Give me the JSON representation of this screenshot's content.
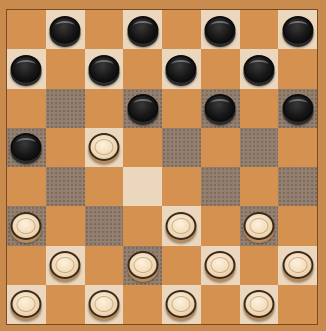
{
  "board": {
    "size": 8,
    "square_colors": {
      "light": "#ead7bd",
      "dark": "#8f7b6a",
      "orange": "#d4914f",
      "frame": "#c98a4e"
    },
    "piece_colors": {
      "black": "#111111",
      "white": "#f3dcb9"
    },
    "layout": [
      [
        "orange",
        "light",
        "orange",
        "light",
        "orange",
        "light",
        "orange",
        "light"
      ],
      [
        "light",
        "orange",
        "light",
        "orange",
        "light",
        "orange",
        "light",
        "orange"
      ],
      [
        "orange",
        "dark",
        "orange",
        "dark",
        "orange",
        "dark",
        "orange",
        "dark"
      ],
      [
        "dark",
        "orange",
        "light",
        "orange",
        "dark",
        "orange",
        "dark",
        "orange"
      ],
      [
        "orange",
        "dark",
        "orange",
        "light",
        "orange",
        "dark",
        "orange",
        "dark"
      ],
      [
        "dark",
        "orange",
        "dark",
        "orange",
        "light",
        "orange",
        "dark",
        "orange"
      ],
      [
        "orange",
        "light",
        "orange",
        "dark",
        "orange",
        "light",
        "orange",
        "light"
      ],
      [
        "light",
        "orange",
        "light",
        "orange",
        "light",
        "orange",
        "light",
        "orange"
      ]
    ],
    "pieces": [
      {
        "row": 0,
        "col": 1,
        "color": "black"
      },
      {
        "row": 0,
        "col": 3,
        "color": "black"
      },
      {
        "row": 0,
        "col": 5,
        "color": "black"
      },
      {
        "row": 0,
        "col": 7,
        "color": "black"
      },
      {
        "row": 1,
        "col": 0,
        "color": "black"
      },
      {
        "row": 1,
        "col": 2,
        "color": "black"
      },
      {
        "row": 1,
        "col": 4,
        "color": "black"
      },
      {
        "row": 1,
        "col": 6,
        "color": "black"
      },
      {
        "row": 2,
        "col": 3,
        "color": "black"
      },
      {
        "row": 2,
        "col": 5,
        "color": "black"
      },
      {
        "row": 2,
        "col": 7,
        "color": "black"
      },
      {
        "row": 3,
        "col": 0,
        "color": "black"
      },
      {
        "row": 3,
        "col": 2,
        "color": "white"
      },
      {
        "row": 5,
        "col": 0,
        "color": "white"
      },
      {
        "row": 5,
        "col": 4,
        "color": "white"
      },
      {
        "row": 5,
        "col": 6,
        "color": "white"
      },
      {
        "row": 6,
        "col": 1,
        "color": "white"
      },
      {
        "row": 6,
        "col": 3,
        "color": "white"
      },
      {
        "row": 6,
        "col": 5,
        "color": "white"
      },
      {
        "row": 6,
        "col": 7,
        "color": "white"
      },
      {
        "row": 7,
        "col": 0,
        "color": "white"
      },
      {
        "row": 7,
        "col": 2,
        "color": "white"
      },
      {
        "row": 7,
        "col": 4,
        "color": "white"
      },
      {
        "row": 7,
        "col": 6,
        "color": "white"
      }
    ]
  }
}
